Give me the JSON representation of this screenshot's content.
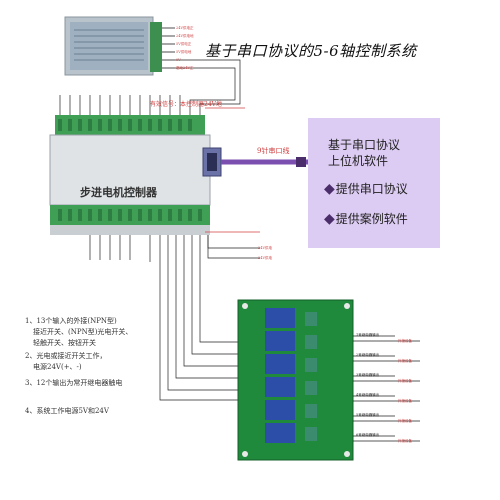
{
  "title": "基于串口协议的5-6轴控制系统",
  "software_box": {
    "title_line1": "基于串口协议",
    "title_line2": "上位机软件",
    "items": [
      "提供串口协议",
      "提供案例软件"
    ]
  },
  "cable_label": "9针串口线",
  "valid_signal_note": "有效信号：本控制器24V地",
  "controller_label": "步进电机控制器",
  "notes": [
    {
      "line1": "1、13个输入的外接(NPN型)",
      "line2": "接近开关、(NPN型)光电开关、",
      "line3": "轻触开关、按钮开关"
    },
    {
      "line1": "2、光电或接近开关工作，",
      "line2": "电源24V(+、-)"
    },
    {
      "line1": "3、12个输出为常开继电器触电"
    },
    {
      "line1": "4、系统工作电源5V和24V"
    }
  ],
  "power_supply_labels": [
    "24V供电正",
    "24V供电地",
    "5V供电正",
    "5V供电地",
    "0V",
    "驱动24V正"
  ],
  "power_side_labels": [
    "24V供电",
    "24V供电"
  ],
  "relay_labels_left": [
    "1号继电器输出",
    "2号继电器输出",
    "3号继电器输出",
    "4号继电器输出",
    "5号继电器输出",
    "6号继电器输出"
  ],
  "relay_labels_right": [
    "外接设备",
    "外接设备",
    "外接设备",
    "外接设备",
    "外接设备",
    "外接设备"
  ],
  "colors": {
    "software_box": "#dccbf2",
    "cable": "#7a4fb0",
    "controller_body": "#dfe3e6",
    "terminal_green": "#3f9f55",
    "relay_board": "#1f8a3c",
    "relay_blue": "#2c4ea8",
    "annotation_red": "#d04040"
  }
}
